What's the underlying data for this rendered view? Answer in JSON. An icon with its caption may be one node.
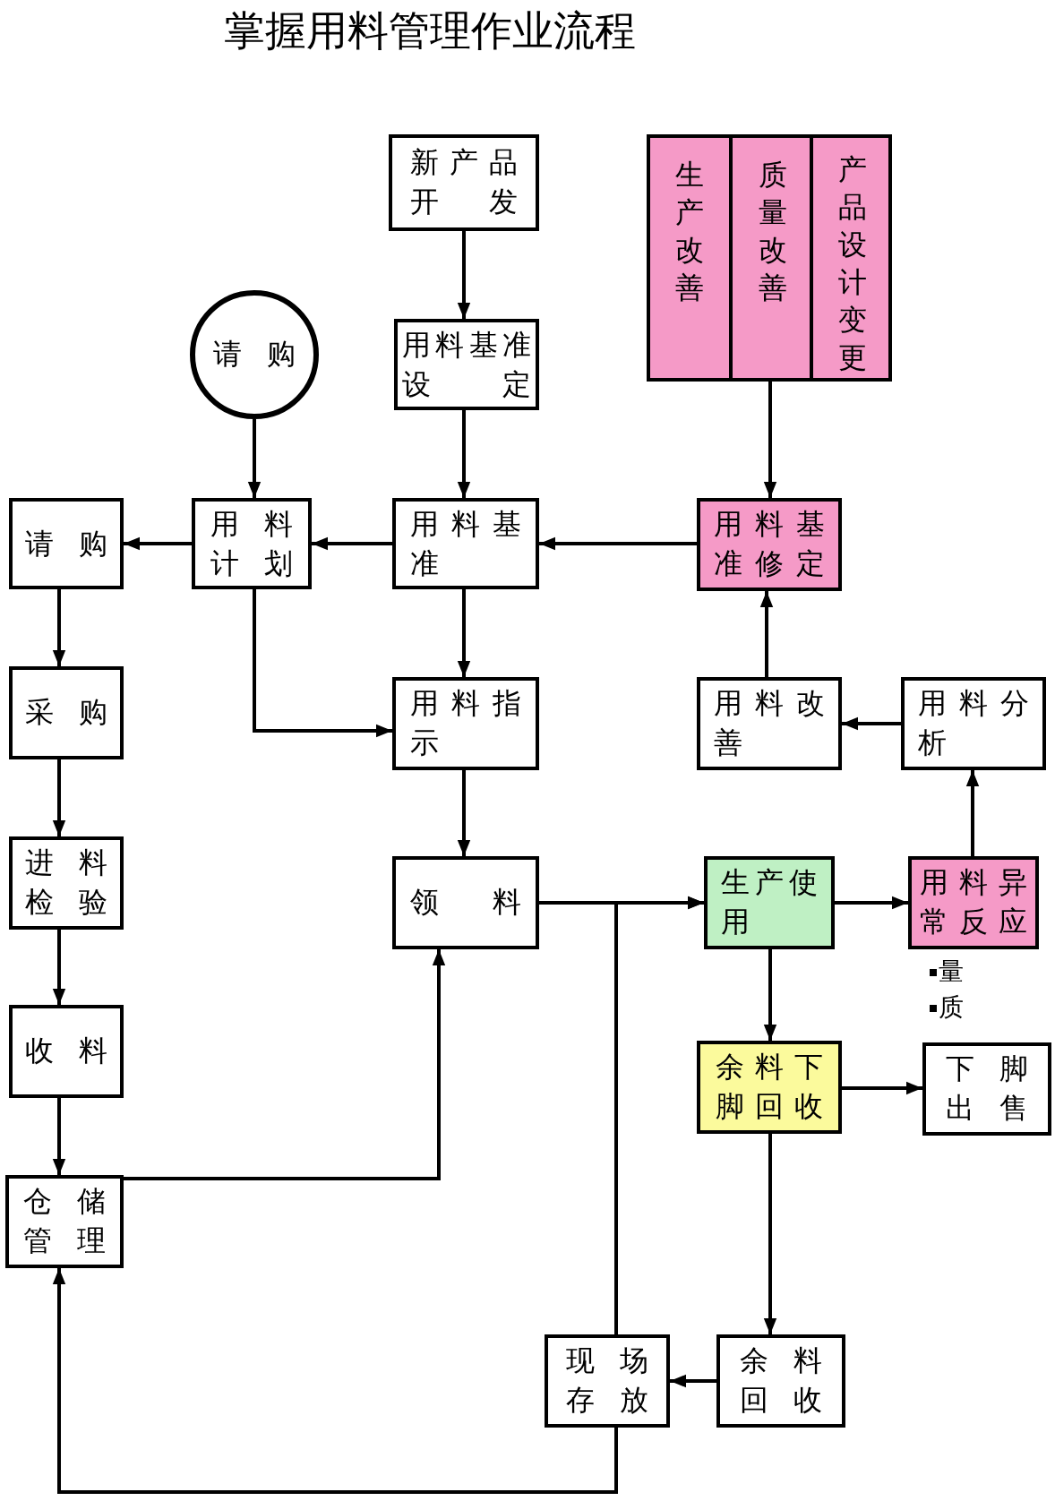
{
  "diagram": {
    "title": "掌握用料管理作业流程",
    "nodes": [
      {
        "text": [
          "新产品开发"
        ]
      },
      {
        "text": [
          "生产改善",
          "质量改善",
          "产品设计变更"
        ]
      },
      {
        "text": [
          "请购"
        ]
      },
      {
        "text": [
          "用料基准设定"
        ]
      },
      {
        "text": [
          "请购"
        ]
      },
      {
        "text": [
          "用料计划"
        ]
      },
      {
        "text": [
          "用料基准"
        ]
      },
      {
        "text": [
          "用料基准修定"
        ]
      },
      {
        "text": [
          "采购"
        ]
      },
      {
        "text": [
          "用料指示"
        ]
      },
      {
        "text": [
          "用料改善"
        ]
      },
      {
        "text": [
          "用料分析"
        ]
      },
      {
        "text": [
          "进料检验"
        ]
      },
      {
        "text": [
          "领料"
        ]
      },
      {
        "text": [
          "生产使用"
        ]
      },
      {
        "text": [
          "用料异常反应"
        ],
        "beside": [
          "量",
          "质"
        ]
      },
      {
        "text": [
          "收料"
        ]
      },
      {
        "text": [
          "余料下脚回收"
        ]
      },
      {
        "text": [
          "下脚出售"
        ]
      },
      {
        "text": [
          "仓储管理"
        ]
      },
      {
        "text": [
          "现场存放"
        ]
      },
      {
        "text": [
          "余料回收"
        ]
      }
    ],
    "edges": [
      {
        "from": 0,
        "to": 3,
        "arrow": "to"
      },
      {
        "from": 2,
        "to": 5,
        "arrow": "to"
      },
      {
        "from": 3,
        "to": 6,
        "arrow": "to"
      },
      {
        "from": 1,
        "to": 7,
        "arrow": "to"
      },
      {
        "from": 6,
        "to": 5,
        "arrow": "to"
      },
      {
        "from": 5,
        "to": 4,
        "arrow": "to"
      },
      {
        "from": 7,
        "to": 6,
        "arrow": "to"
      },
      {
        "from": 6,
        "to": 9,
        "arrow": "to"
      },
      {
        "from": 5,
        "to": 9,
        "arrow": "to"
      },
      {
        "from": 4,
        "to": 8,
        "arrow": "to"
      },
      {
        "from": 8,
        "to": 12,
        "arrow": "to"
      },
      {
        "from": 12,
        "to": 16,
        "arrow": "to"
      },
      {
        "from": 16,
        "to": 19,
        "arrow": "to"
      },
      {
        "from": 19,
        "to": 13,
        "arrow": "to"
      },
      {
        "from": 9,
        "to": 13,
        "arrow": "to"
      },
      {
        "from": 13,
        "to": 14,
        "arrow": "to"
      },
      {
        "from": 20,
        "to": 14,
        "arrow": "to"
      },
      {
        "from": 14,
        "to": 15,
        "arrow": "to"
      },
      {
        "from": 15,
        "to": 11,
        "arrow": "to"
      },
      {
        "from": 11,
        "to": 10,
        "arrow": "to"
      },
      {
        "from": 10,
        "to": 7,
        "arrow": "to"
      },
      {
        "from": 14,
        "to": 17,
        "arrow": "to"
      },
      {
        "from": 17,
        "to": 18,
        "arrow": "to"
      },
      {
        "from": 17,
        "to": 21,
        "arrow": "to"
      },
      {
        "from": 21,
        "to": 20,
        "arrow": "to"
      },
      {
        "from": 20,
        "to": 19,
        "arrow": "to"
      }
    ]
  }
}
